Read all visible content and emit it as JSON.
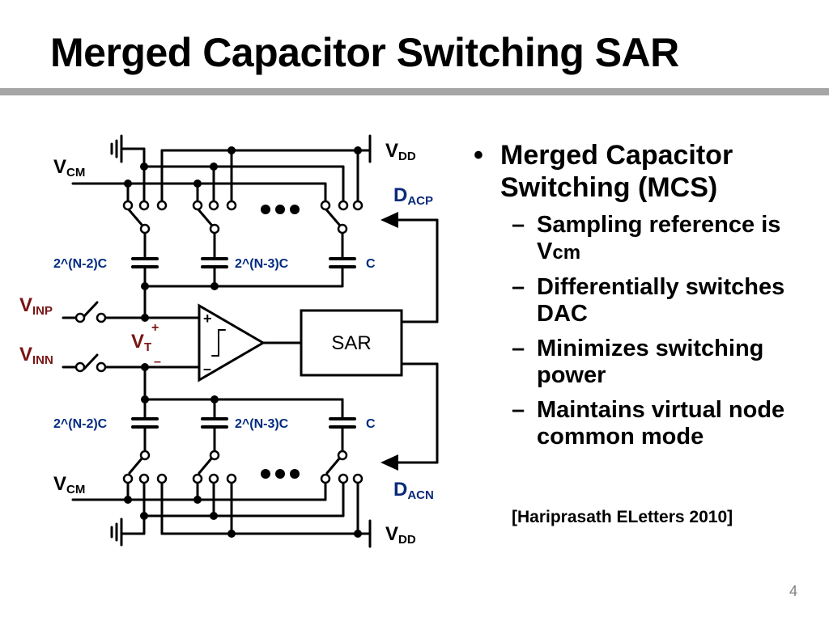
{
  "slide": {
    "title": "Merged Capacitor Switching SAR",
    "page_number": "4",
    "reference": "[Hariprasath ELetters 2010]"
  },
  "bullets": {
    "main": "Merged Capacitor Switching (MCS)",
    "sub": [
      {
        "pre": "Sampling reference is V",
        "tail": "cm"
      },
      {
        "pre": "Differentially switches DAC",
        "tail": ""
      },
      {
        "pre": "Minimizes switching power",
        "tail": ""
      },
      {
        "pre": "Maintains virtual node common mode",
        "tail": ""
      }
    ]
  },
  "circuit": {
    "vdd_top": {
      "main": "V",
      "sub": "DD"
    },
    "vdd_bottom": {
      "main": "V",
      "sub": "DD"
    },
    "vcm_top": {
      "main": "V",
      "sub": "CM"
    },
    "vcm_bottom": {
      "main": "V",
      "sub": "CM"
    },
    "dacp": {
      "main": "D",
      "sub": "ACP"
    },
    "dacn": {
      "main": "D",
      "sub": "ACN"
    },
    "vinp": {
      "main": "V",
      "sub": "INP"
    },
    "vinn": {
      "main": "V",
      "sub": "INN"
    },
    "vt": {
      "main": "V",
      "sub": "T"
    },
    "vt_plus": "+",
    "vt_minus": "–",
    "cap_top_1": "2^(N-2)C",
    "cap_top_2": "2^(N-3)C",
    "cap_top_3": "C",
    "cap_bot_1": "2^(N-2)C",
    "cap_bot_2": "2^(N-3)C",
    "cap_bot_3": "C",
    "comp_plus": "+",
    "comp_minus": "–",
    "sar": "SAR"
  },
  "colors": {
    "wire": "#000000",
    "cap_label": "#002b80",
    "signal_label": "#0a2a7a",
    "input_label": "#7a1414",
    "rule": "#a6a6a6",
    "page_number": "#7f7f7f"
  }
}
